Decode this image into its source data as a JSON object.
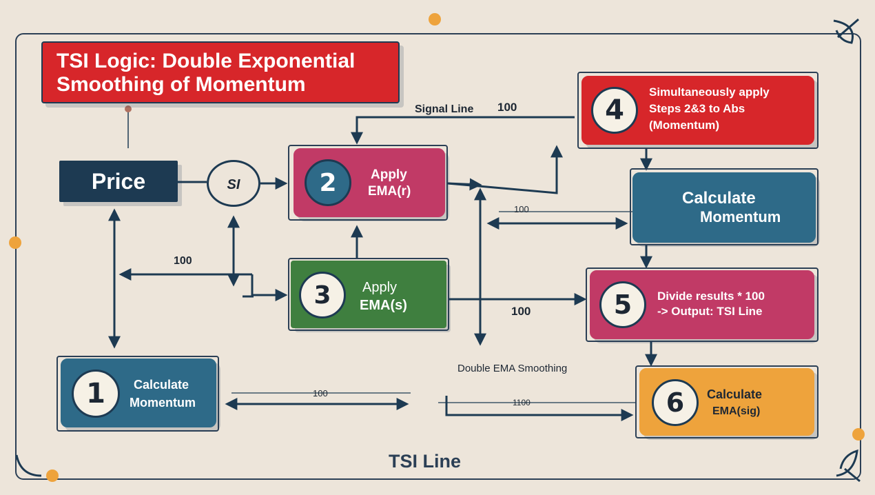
{
  "title": {
    "line1": "TSI Logic: Double Exponential",
    "line2": "Smoothing of Momentum"
  },
  "price_label": "Price",
  "si_label": "SI",
  "steps": [
    {
      "number": "1",
      "line1": "Calculate",
      "line2": "Momentum",
      "color": "#2e6a88"
    },
    {
      "number": "2",
      "line1": "Apply",
      "line2": "EMA(r)",
      "color": "#c13a66"
    },
    {
      "number": "3",
      "line1": "Apply",
      "line2": "EMA(s)",
      "color": "#3f7f3f"
    },
    {
      "number": "4",
      "line1": "Simultaneously apply",
      "line2": "Steps 2&3 to Abs",
      "line3": "(Momentum)",
      "color": "#d7262a"
    },
    {
      "number": "5",
      "line1": "Divide results * 100",
      "line2": "-> Output: TSI Line",
      "color": "#c13a66"
    },
    {
      "number": "6",
      "line1": "Calculate",
      "line2": "EMA(sig)",
      "color": "#eea33c"
    }
  ],
  "calc_momentum": {
    "line1": "Calculate",
    "line2": "Momentum",
    "color": "#2e6a88"
  },
  "annotations": {
    "signal_line": "Signal Line",
    "signal_100": "100",
    "mid_100": "100",
    "left_100": "100",
    "row_100": "100",
    "bottom_100": "100",
    "bottom_1100": "1100",
    "double_ema": "Double EMA Smoothing",
    "tsi_line": "TSI Line"
  },
  "colors": {
    "navy": "#1d3a52",
    "red": "#d7262a",
    "accent_dot": "#eea33c"
  }
}
